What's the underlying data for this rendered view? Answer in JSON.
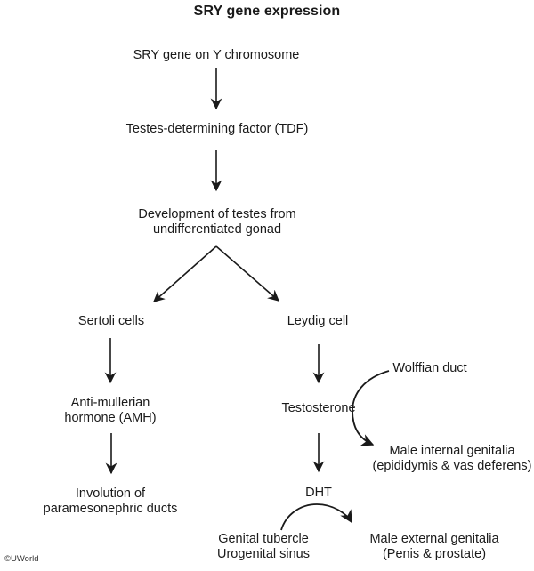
{
  "title": "SRY gene expression",
  "watermark": "©UWorld",
  "colors": {
    "ink": "#1a1a1a",
    "background": "#ffffff"
  },
  "nodes": {
    "sry_gene": {
      "lines": [
        "SRY gene on Y chromosome"
      ]
    },
    "tdf": {
      "lines": [
        "Testes-determining factor (TDF)"
      ]
    },
    "testes_dev": {
      "lines": [
        "Development of testes from",
        "undifferentiated gonad"
      ]
    },
    "sertoli": {
      "lines": [
        "Sertoli cells"
      ]
    },
    "leydig": {
      "lines": [
        "Leydig cell"
      ]
    },
    "amh": {
      "lines": [
        "Anti-mullerian",
        "hormone (AMH)"
      ]
    },
    "involution": {
      "lines": [
        "Involution of",
        "paramesonephric ducts"
      ]
    },
    "testosterone": {
      "lines": [
        "Testosterone"
      ]
    },
    "wolffian": {
      "lines": [
        "Wolffian duct"
      ]
    },
    "male_internal": {
      "lines": [
        "Male internal genitalia",
        "(epididymis & vas deferens)"
      ]
    },
    "dht": {
      "lines": [
        "DHT"
      ]
    },
    "genital_tubercle": {
      "lines": [
        "Genital tubercle",
        "Urogenital sinus"
      ]
    },
    "male_external": {
      "lines": [
        "Male external genitalia",
        "(Penis & prostate)"
      ]
    }
  }
}
